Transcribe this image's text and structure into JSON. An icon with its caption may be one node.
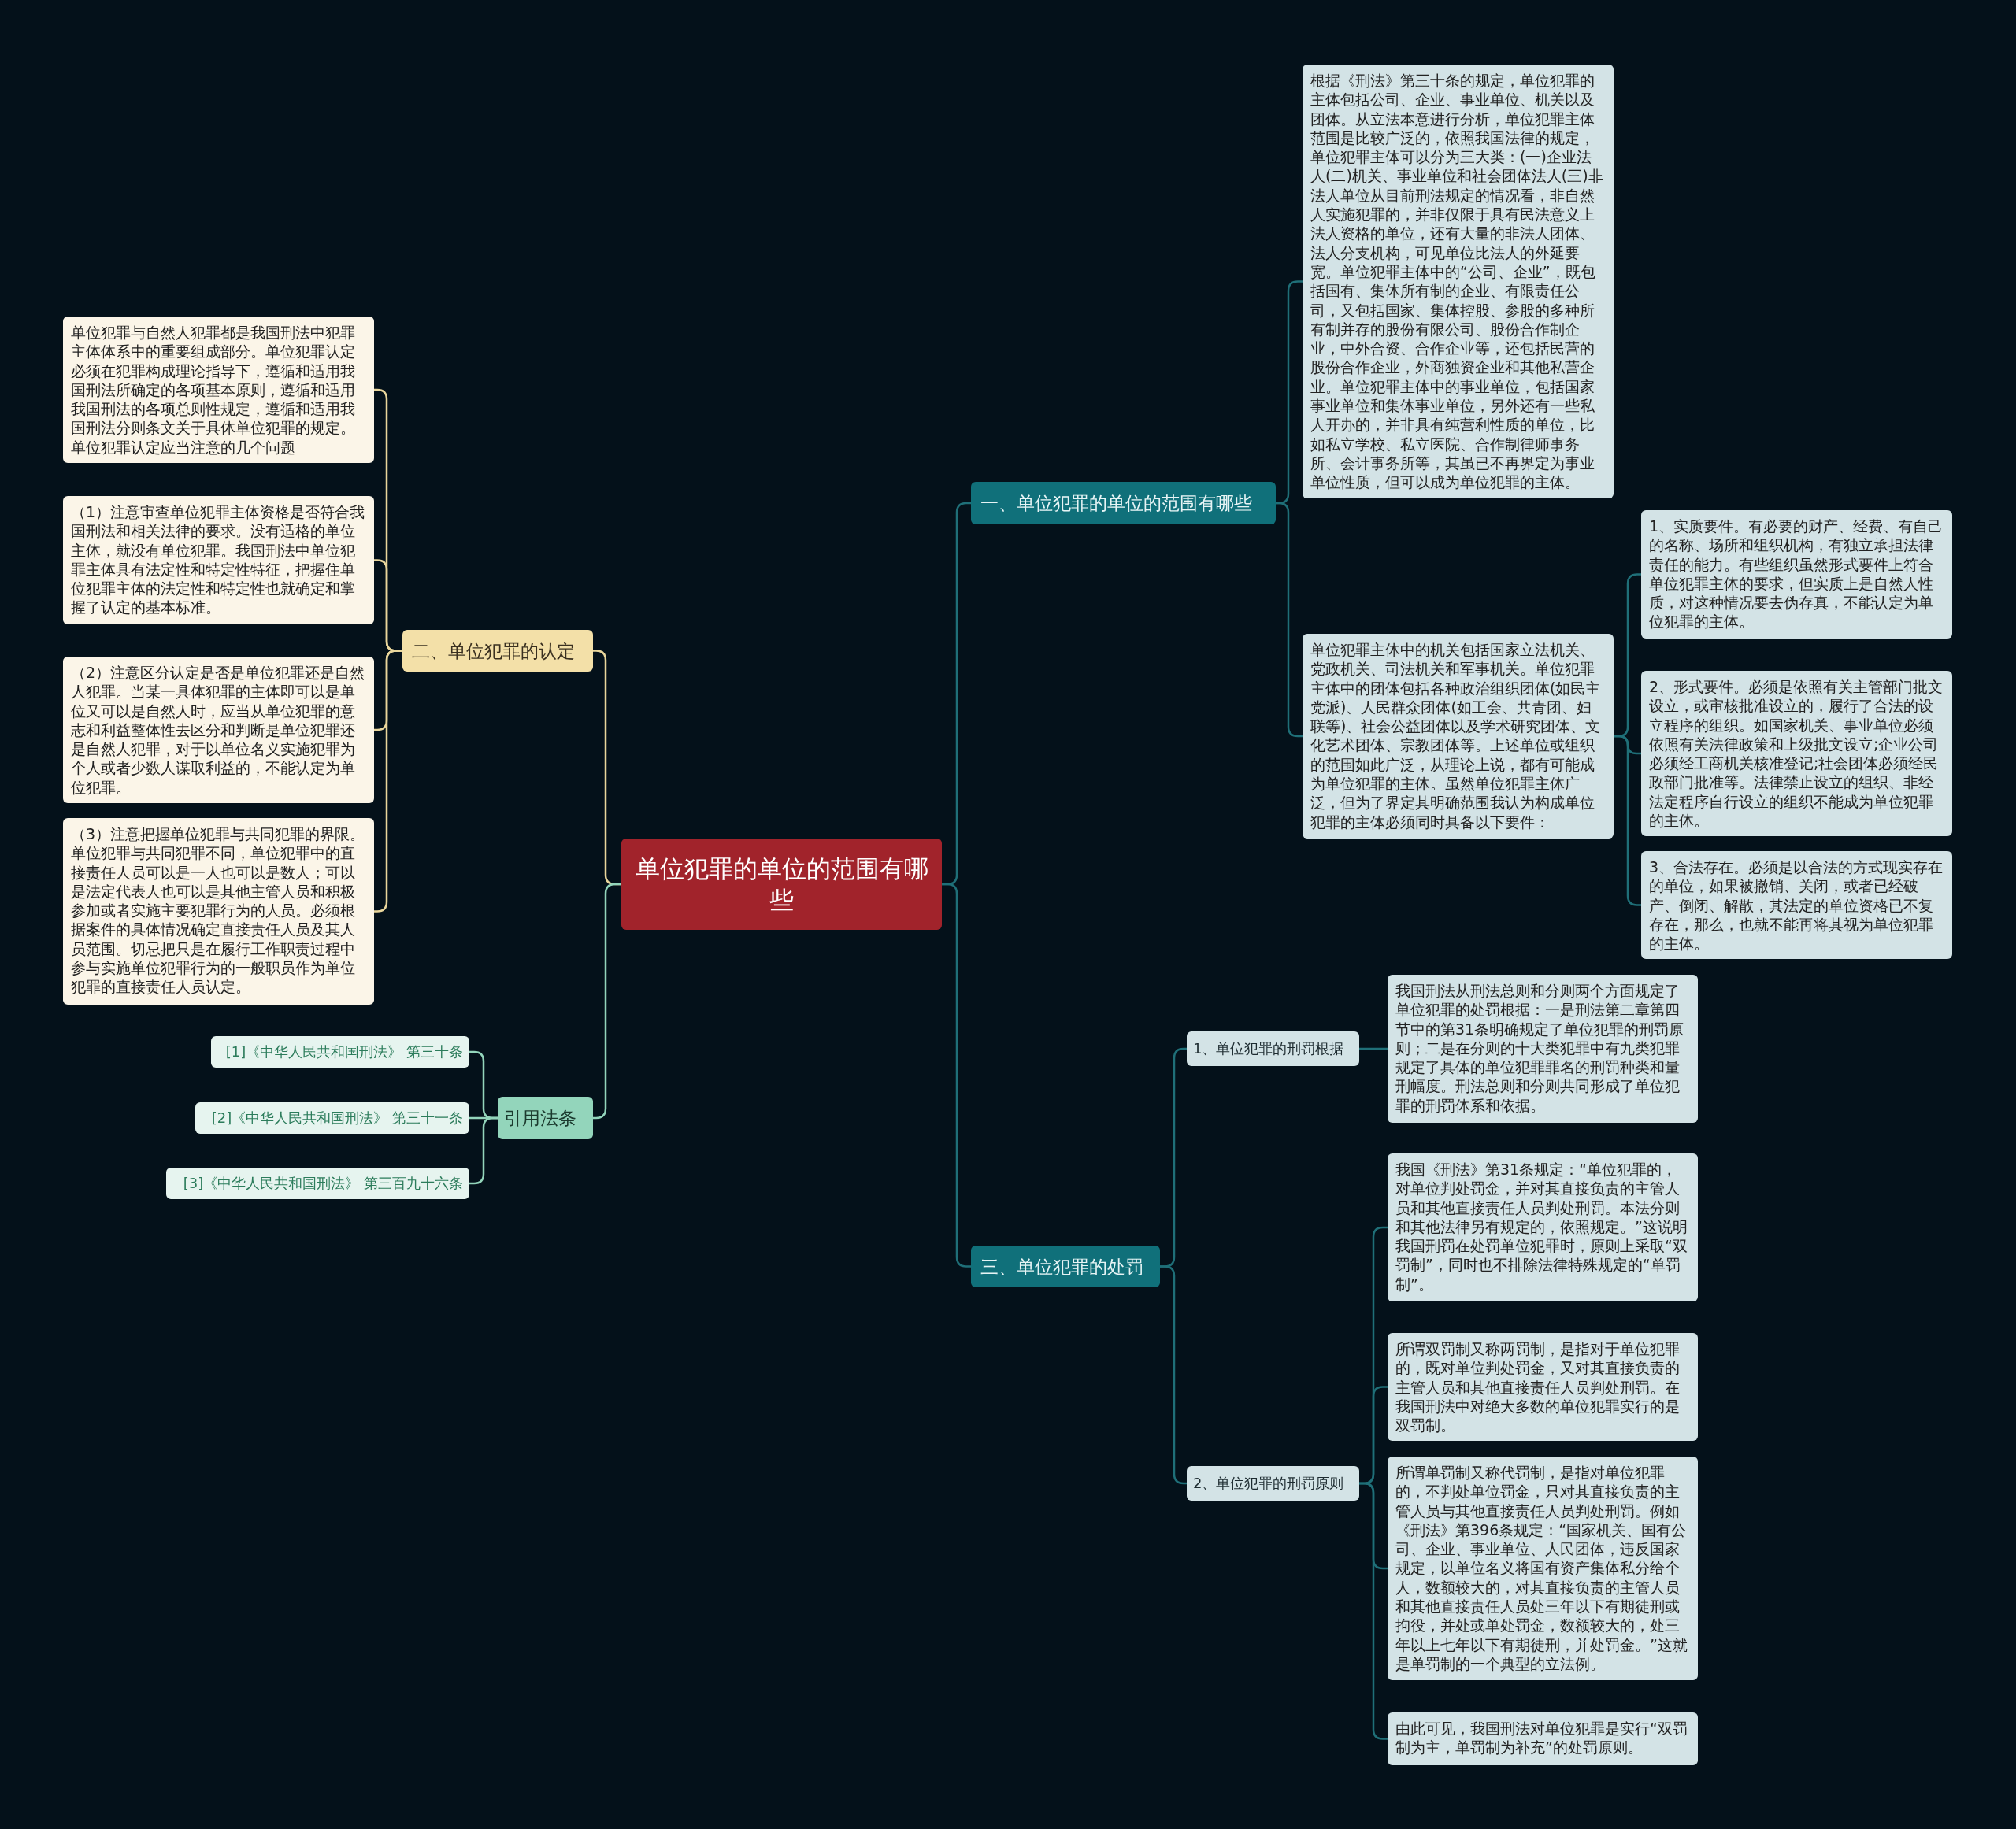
{
  "diagram": {
    "nodes": [
      {
        "text": [
          "单位犯罪的单位的范围有哪些"
        ]
      },
      {
        "text": [
          "一、单位犯罪的单位的范围有哪些"
        ]
      },
      {
        "text": [
          "根据《刑法》第三十条的规定，单位犯罪的主体包括公司、企业、事业单位、机关以及团体。从立法本意进行分析，单位犯罪主体范围是比较广泛的，依照我国法律的规定，单位犯罪主体可以分为三大类：(一)企业法人(二)机关、事业单位和社会团体法人(三)非法人单位从目前刑法规定的情况看，非自然人实施犯罪的，并非仅限于具有民法意义上法人资格的单位，还有大量的非法人团体、法人分支机构，可见单位比法人的外延要宽。单位犯罪主体中的“公司、企业”，既包括国有、集体所有制的企业、有限责任公司，又包括国家、集体控股、参股的多种所有制并存的股份有限公司、股份合作制企业，中外合资、合作企业等，还包括民营的股份合作企业，外商独资企业和其他私营企业。单位犯罪主体中的事业单位，包括国家事业单位和集体事业单位，另外还有一些私人开办的，并非具有纯营利性质的单位，比如私立学校、私立医院、合作制律师事务所、会计事务所等，其虽已不再界定为事业单位性质，但可以成为单位犯罪的主体。"
        ]
      },
      {
        "text": [
          "单位犯罪主体中的机关包括国家立法机关、党政机关、司法机关和军事机关。单位犯罪主体中的团体包括各种政治组织团体(如民主党派)、人民群众团体(如工会、共青团、妇联等)、社会公益团体以及学术研究团体、文化艺术团体、宗教团体等。上述单位或组织的范围如此广泛，从理论上说，都有可能成为单位犯罪的主体。虽然单位犯罪主体广泛，但为了界定其明确范围我认为构成单位犯罪的主体必须同时具备以下要件："
        ]
      },
      {
        "text": [
          "1、实质要件。有必要的财产、经费、有自己的名称、场所和组织机构，有独立承担法律责任的能力。有些组织虽然形式要件上符合单位犯罪主体的要求，但实质上是自然人性质，对这种情况要去伪存真，不能认定为单位犯罪的主体。"
        ]
      },
      {
        "text": [
          "2、形式要件。必须是依照有关主管部门批文设立，或审核批准设立的，履行了合法的设立程序的组织。如国家机关、事业单位必须依照有关法律政策和上级批文设立;企业公司必须经工商机关核准登记;社会团体必须经民政部门批准等。法律禁止设立的组织、非经法定程序自行设立的组织不能成为单位犯罪的主体。"
        ]
      },
      {
        "text": [
          "3、合法存在。必须是以合法的方式现实存在的单位，如果被撤销、关闭，或者已经破产、倒闭、解散，其法定的单位资格已不复存在，那么，也就不能再将其视为单位犯罪的主体。"
        ]
      },
      {
        "text": [
          "二、单位犯罪的认定"
        ]
      },
      {
        "text": [
          "单位犯罪与自然人犯罪都是我国刑法中犯罪主体体系中的重要组成部分。单位犯罪认定必须在犯罪构成理论指导下，遵循和适用我国刑法所确定的各项基本原则，遵循和适用我国刑法的各项总则性规定，遵循和适用我国刑法分则条文关于具体单位犯罪的规定。单位犯罪认定应当注意的几个问题"
        ]
      },
      {
        "text": [
          "（1）注意审查单位犯罪主体资格是否符合我国刑法和相关法律的要求。没有适格的单位主体，就没有单位犯罪。我国刑法中单位犯罪主体具有法定性和特定性特征，把握住单位犯罪主体的法定性和特定性也就确定和掌握了认定的基本标准。"
        ]
      },
      {
        "text": [
          "（2）注意区分认定是否是单位犯罪还是自然人犯罪。当某一具体犯罪的主体即可以是单位又可以是自然人时，应当从单位犯罪的意志和利益整体性去区分和判断是单位犯罪还是自然人犯罪，对于以单位名义实施犯罪为个人或者少数人谋取利益的，不能认定为单位犯罪。"
        ]
      },
      {
        "text": [
          "（3）注意把握单位犯罪与共同犯罪的界限。单位犯罪与共同犯罪不同，单位犯罪中的直接责任人员可以是一人也可以是数人；可以是法定代表人也可以是其他主管人员和积极参加或者实施主要犯罪行为的人员。必须根据案件的具体情况确定直接责任人员及其人员范围。切忌把只是在履行工作职责过程中参与实施单位犯罪行为的一般职员作为单位犯罪的直接责任人员认定。"
        ]
      },
      {
        "text": [
          "引用法条"
        ]
      },
      {
        "text": [
          "[1]《中华人民共和国刑法》 第三十条"
        ]
      },
      {
        "text": [
          "[2]《中华人民共和国刑法》 第三十一条"
        ]
      },
      {
        "text": [
          "[3]《中华人民共和国刑法》 第三百九十六条"
        ]
      },
      {
        "text": [
          "三、单位犯罪的处罚"
        ]
      },
      {
        "text": [
          "1、单位犯罪的刑罚根据"
        ]
      },
      {
        "text": [
          "我国刑法从刑法总则和分则两个方面规定了单位犯罪的处罚根据：一是刑法第二章第四节中的第31条明确规定了单位犯罪的刑罚原则；二是在分则的十大类犯罪中有九类犯罪规定了具体的单位犯罪罪名的刑罚种类和量刑幅度。刑法总则和分则共同形成了单位犯罪的刑罚体系和依据。"
        ]
      },
      {
        "text": [
          "2、单位犯罪的刑罚原则"
        ]
      },
      {
        "text": [
          "我国《刑法》第31条规定：“单位犯罪的，对单位判处罚金，并对其直接负责的主管人员和其他直接责任人员判处刑罚。本法分则和其他法律另有规定的，依照规定。”这说明我国刑罚在处罚单位犯罪时，原则上采取“双罚制”，同时也不排除法律特殊规定的“单罚制”。"
        ]
      },
      {
        "text": [
          "所谓双罚制又称两罚制，是指对于单位犯罪的，既对单位判处罚金，又对其直接负责的主管人员和其他直接责任人员判处刑罚。在我国刑法中对绝大多数的单位犯罪实行的是双罚制。"
        ]
      },
      {
        "text": [
          "所谓单罚制又称代罚制，是指对单位犯罪的，不判处单位罚金，只对其直接负责的主管人员与其他直接责任人员判处刑罚。例如《刑法》第396条规定：“国家机关、国有公司、企业、事业单位、人民团体，违反国家规定，以单位名义将国有资产集体私分给个人，数额较大的，对其直接负责的主管人员和其他直接责任人员处三年以下有期徒刑或拘役，并处或单处罚金，数额较大的，处三年以上七年以下有期徒刑，并处罚金。”这就是单罚制的一个典型的立法例。"
        ]
      },
      {
        "text": [
          "由此可见，我国刑法对单位犯罪是实行“双罚制为主，单罚制为补充”的处罚原则。"
        ]
      }
    ],
    "edges": [
      {
        "from": 0,
        "to": 1,
        "arrow": "none"
      },
      {
        "from": 1,
        "to": 2,
        "arrow": "none"
      },
      {
        "from": 1,
        "to": 3,
        "arrow": "none"
      },
      {
        "from": 3,
        "to": 4,
        "arrow": "none"
      },
      {
        "from": 3,
        "to": 5,
        "arrow": "none"
      },
      {
        "from": 3,
        "to": 6,
        "arrow": "none"
      },
      {
        "from": 0,
        "to": 7,
        "arrow": "none",
        "color": "#e9d69c"
      },
      {
        "from": 7,
        "to": 8,
        "arrow": "none",
        "color": "#e9d69c"
      },
      {
        "from": 7,
        "to": 9,
        "arrow": "none",
        "color": "#e9d69c"
      },
      {
        "from": 7,
        "to": 10,
        "arrow": "none",
        "color": "#e9d69c"
      },
      {
        "from": 7,
        "to": 11,
        "arrow": "none",
        "color": "#e9d69c"
      },
      {
        "from": 0,
        "to": 12,
        "arrow": "none",
        "color": "#93d5bb"
      },
      {
        "from": 12,
        "to": 13,
        "arrow": "none",
        "color": "#93d5bb"
      },
      {
        "from": 12,
        "to": 14,
        "arrow": "none",
        "color": "#93d5bb"
      },
      {
        "from": 12,
        "to": 15,
        "arrow": "none",
        "color": "#93d5bb"
      },
      {
        "from": 0,
        "to": 16,
        "arrow": "none"
      },
      {
        "from": 16,
        "to": 17,
        "arrow": "none"
      },
      {
        "from": 17,
        "to": 18,
        "arrow": "none"
      },
      {
        "from": 16,
        "to": 19,
        "arrow": "none"
      },
      {
        "from": 19,
        "to": 20,
        "arrow": "none"
      },
      {
        "from": 19,
        "to": 21,
        "arrow": "none"
      },
      {
        "from": 19,
        "to": 22,
        "arrow": "none"
      },
      {
        "from": 19,
        "to": 23,
        "arrow": "none"
      }
    ]
  }
}
